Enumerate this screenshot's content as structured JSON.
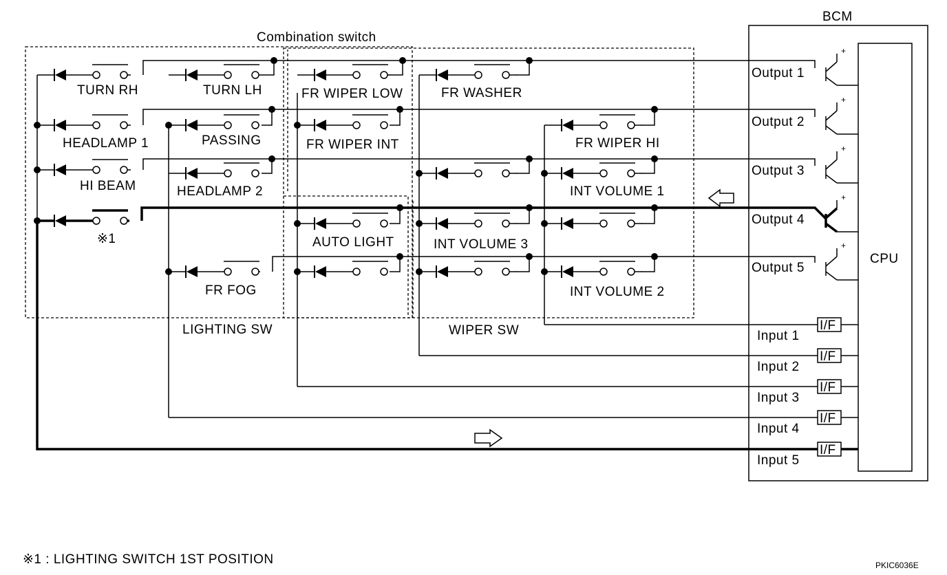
{
  "bcm": {
    "title": "BCM",
    "cpu_label": "CPU",
    "outputs": [
      "Output 1",
      "Output 2",
      "Output 3",
      "Output 4",
      "Output 5"
    ],
    "inputs": [
      "Input 1",
      "Input 2",
      "Input 3",
      "Input 4",
      "Input 5"
    ],
    "if_label": "I/F"
  },
  "combination_switch": {
    "title": "Combination switch",
    "lighting_sw_label": "LIGHTING SW",
    "wiper_sw_label": "WIPER SW"
  },
  "switches": {
    "turn_rh": "TURN RH",
    "turn_lh": "TURN LH",
    "headlamp_1": "HEADLAMP 1",
    "passing": "PASSING",
    "hi_beam": "HI BEAM",
    "headlamp_2": "HEADLAMP 2",
    "note_1": "※1",
    "fr_fog": "FR FOG",
    "fr_wiper_low": "FR WIPER LOW",
    "fr_washer": "FR WASHER",
    "fr_wiper_int": "FR WIPER INT",
    "fr_wiper_hi": "FR WIPER HI",
    "int_volume_1": "INT VOLUME 1",
    "auto_light": "AUTO LIGHT",
    "int_volume_3": "INT VOLUME 3",
    "int_volume_2": "INT VOLUME 2"
  },
  "footnote": "※1 : LIGHTING SWITCH 1ST POSITION",
  "figure_code": "PKIC6036E",
  "colors": {
    "ink": "#000000",
    "background": "#ffffff"
  }
}
